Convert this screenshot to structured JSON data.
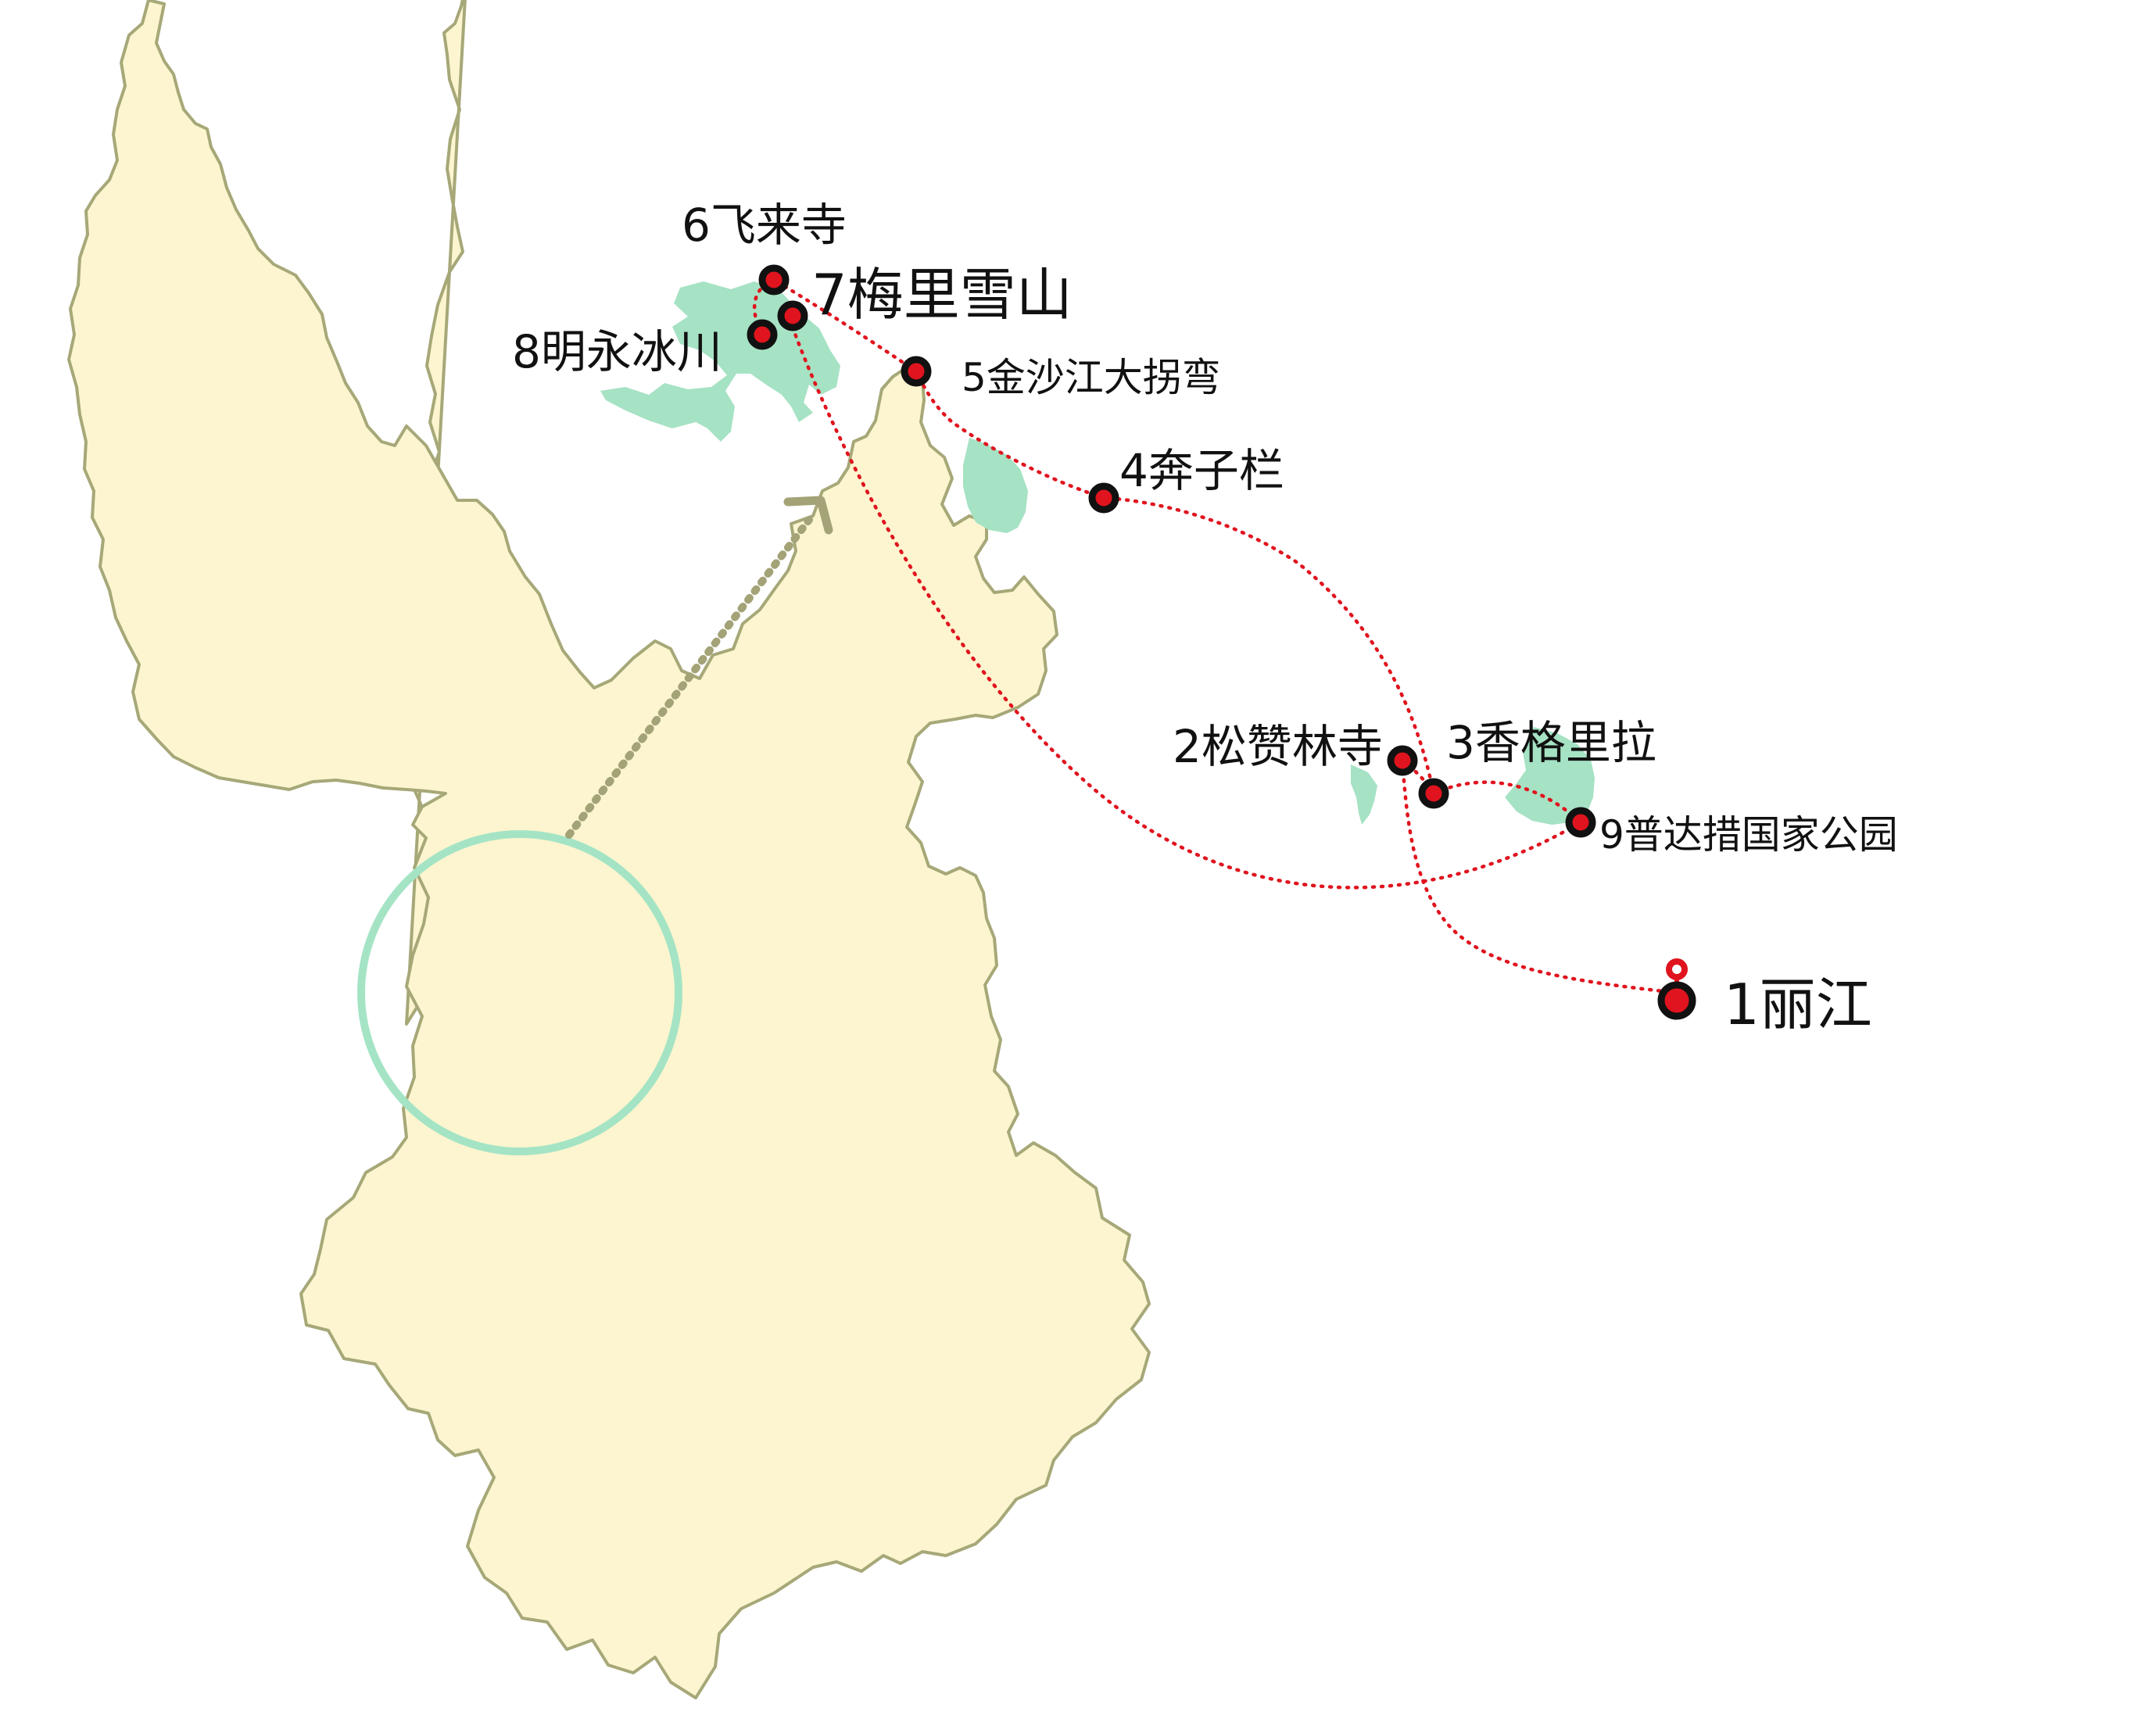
{
  "colors": {
    "province_fill": "#fdf5cf",
    "province_stroke": "#a6a878",
    "focus_circle": "#a4e4c5",
    "green_area": "#a6e2c4",
    "route": "#e0141e",
    "marker_fill": "#e0141e",
    "marker_stroke": "#111111",
    "arrow": "#a3a377"
  },
  "stops": {
    "s1": "1丽江",
    "s2": "2松赞林寺",
    "s3": "3香格里拉",
    "s4": "4奔子栏",
    "s5": "5金沙江大拐弯",
    "s6": "6飞来寺",
    "s7": "7梅里雪山",
    "s8": "8明永冰川",
    "s9": "9普达措国家公园"
  },
  "icons": {
    "destination": "map-pin-icon",
    "stop": "circle-marker",
    "direction": "dotted-arrow"
  }
}
